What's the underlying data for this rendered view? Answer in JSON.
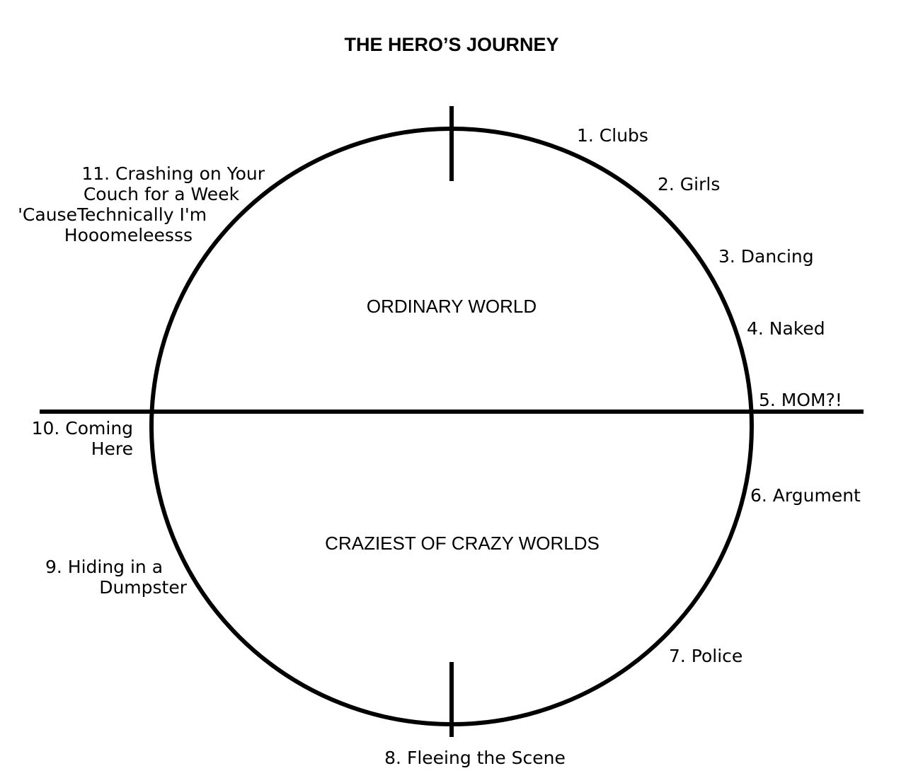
{
  "title": "THE HERO’S JOURNEY",
  "regions": {
    "upper": "ORDINARY WORLD",
    "lower": "CRAZIEST OF CRAZY WORLDS"
  },
  "stages": {
    "s1": {
      "lines": [
        "1. Clubs"
      ]
    },
    "s2": {
      "lines": [
        "2. Girls"
      ]
    },
    "s3": {
      "lines": [
        "3. Dancing"
      ]
    },
    "s4": {
      "lines": [
        "4. Naked"
      ]
    },
    "s5": {
      "lines": [
        "5. MOM?!"
      ]
    },
    "s6": {
      "lines": [
        "6. Argument"
      ]
    },
    "s7": {
      "lines": [
        "7. Police"
      ]
    },
    "s8": {
      "lines": [
        "8. Fleeing the Scene"
      ]
    },
    "s9": {
      "lines": [
        "9. Hiding in a",
        "Dumpster"
      ]
    },
    "s10": {
      "lines": [
        "10. Coming",
        "Here"
      ]
    },
    "s11": {
      "lines": [
        "11. Crashing on Your",
        "Couch for a Week",
        "'CauseTechnically I'm",
        "Hooomeleesss"
      ]
    }
  },
  "colors": {
    "line": "#000000",
    "background": "#ffffff",
    "text": "#000000"
  }
}
